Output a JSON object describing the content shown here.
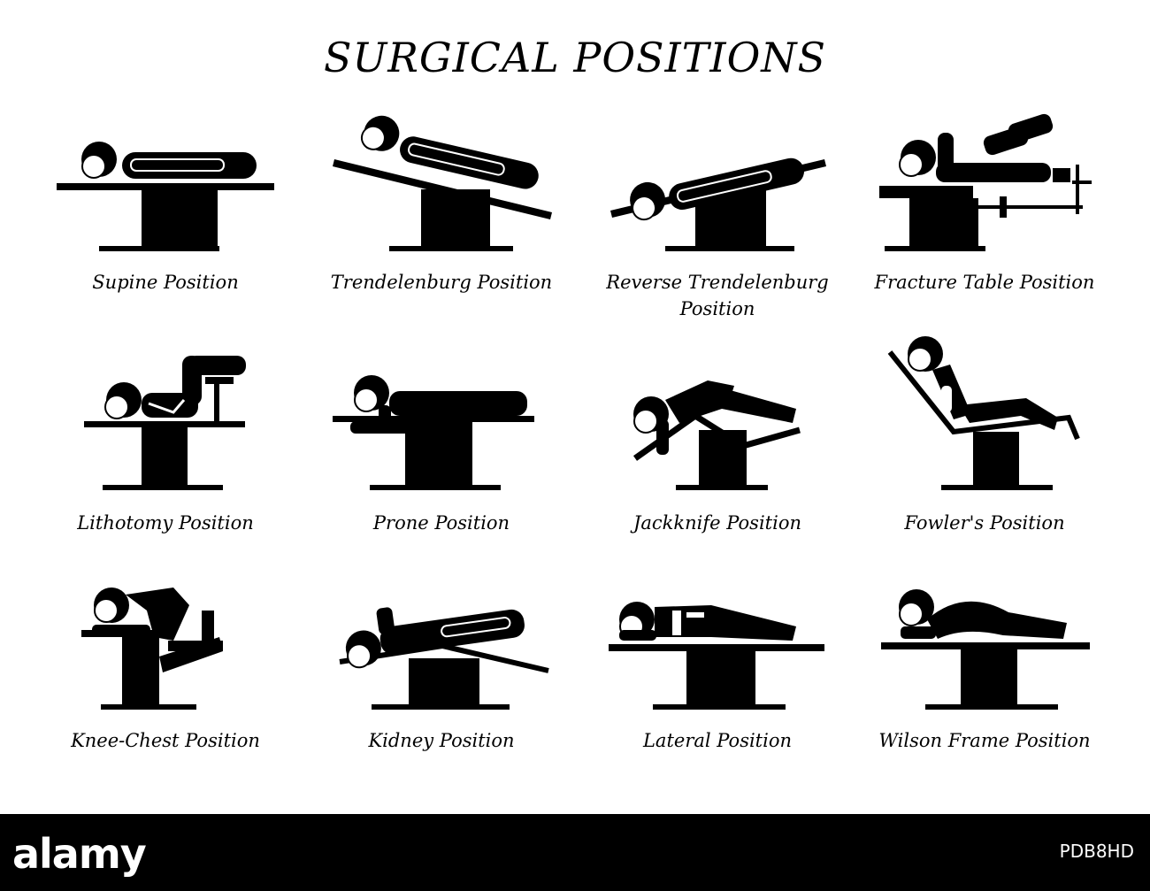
{
  "title": "SURGICAL POSITIONS",
  "positions": [
    {
      "key": "supine",
      "label": "Supine Position"
    },
    {
      "key": "trendelenburg",
      "label": "Trendelenburg Position"
    },
    {
      "key": "reverse-trendelenburg",
      "label": "Reverse Trendelenburg",
      "label2": "Position"
    },
    {
      "key": "fracture-table",
      "label": "Fracture Table Position"
    },
    {
      "key": "lithotomy",
      "label": "Lithotomy Position"
    },
    {
      "key": "prone",
      "label": "Prone Position"
    },
    {
      "key": "jackknife",
      "label": "Jackknife Position"
    },
    {
      "key": "fowlers",
      "label": "Fowler's Position"
    },
    {
      "key": "knee-chest",
      "label": "Knee-Chest Position"
    },
    {
      "key": "kidney",
      "label": "Kidney Position"
    },
    {
      "key": "lateral",
      "label": "Lateral Position"
    },
    {
      "key": "wilson-frame",
      "label": "Wilson Frame Position"
    }
  ],
  "footer": {
    "logo": "alamy",
    "code": "PDB8HD"
  }
}
